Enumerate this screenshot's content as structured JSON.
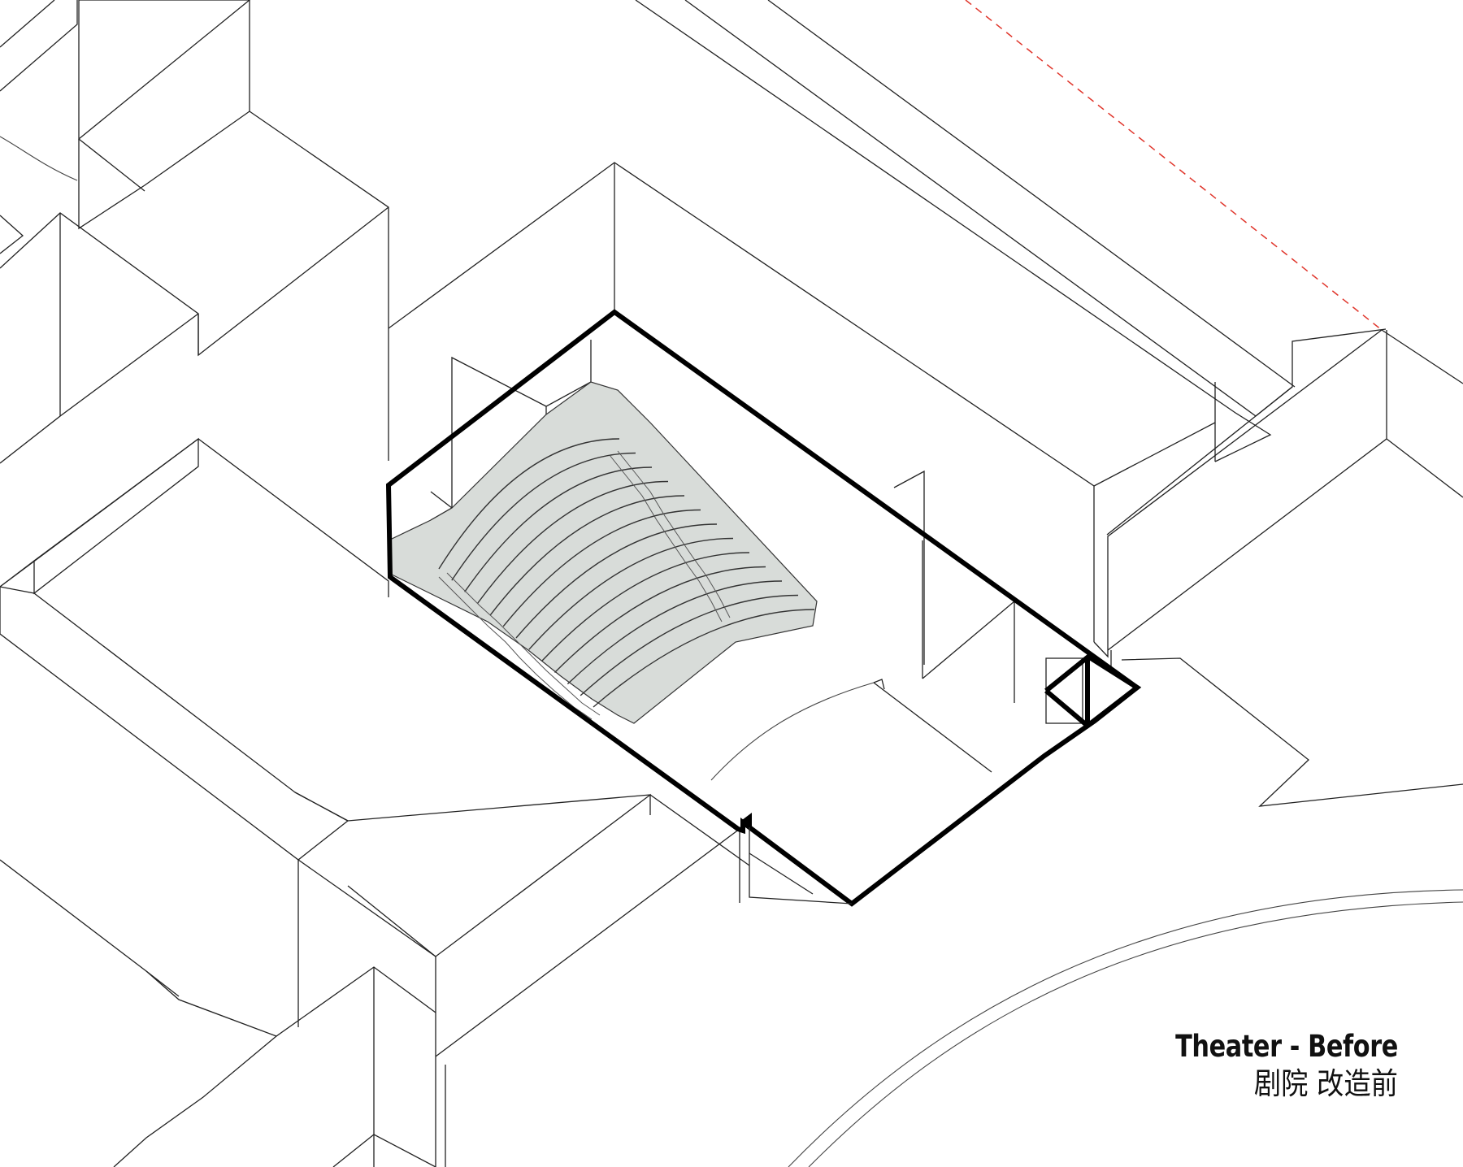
{
  "caption": {
    "title_en": "Theater - Before",
    "title_zh": "剧院 改造前"
  },
  "colors": {
    "outline": "#000000",
    "seating_fill": "#d8dcd9",
    "site_boundary": "#e0352b",
    "line": "#222222"
  },
  "icons": [
    "site-boundary-dashed-line",
    "theater-outline",
    "seating-tiers"
  ]
}
